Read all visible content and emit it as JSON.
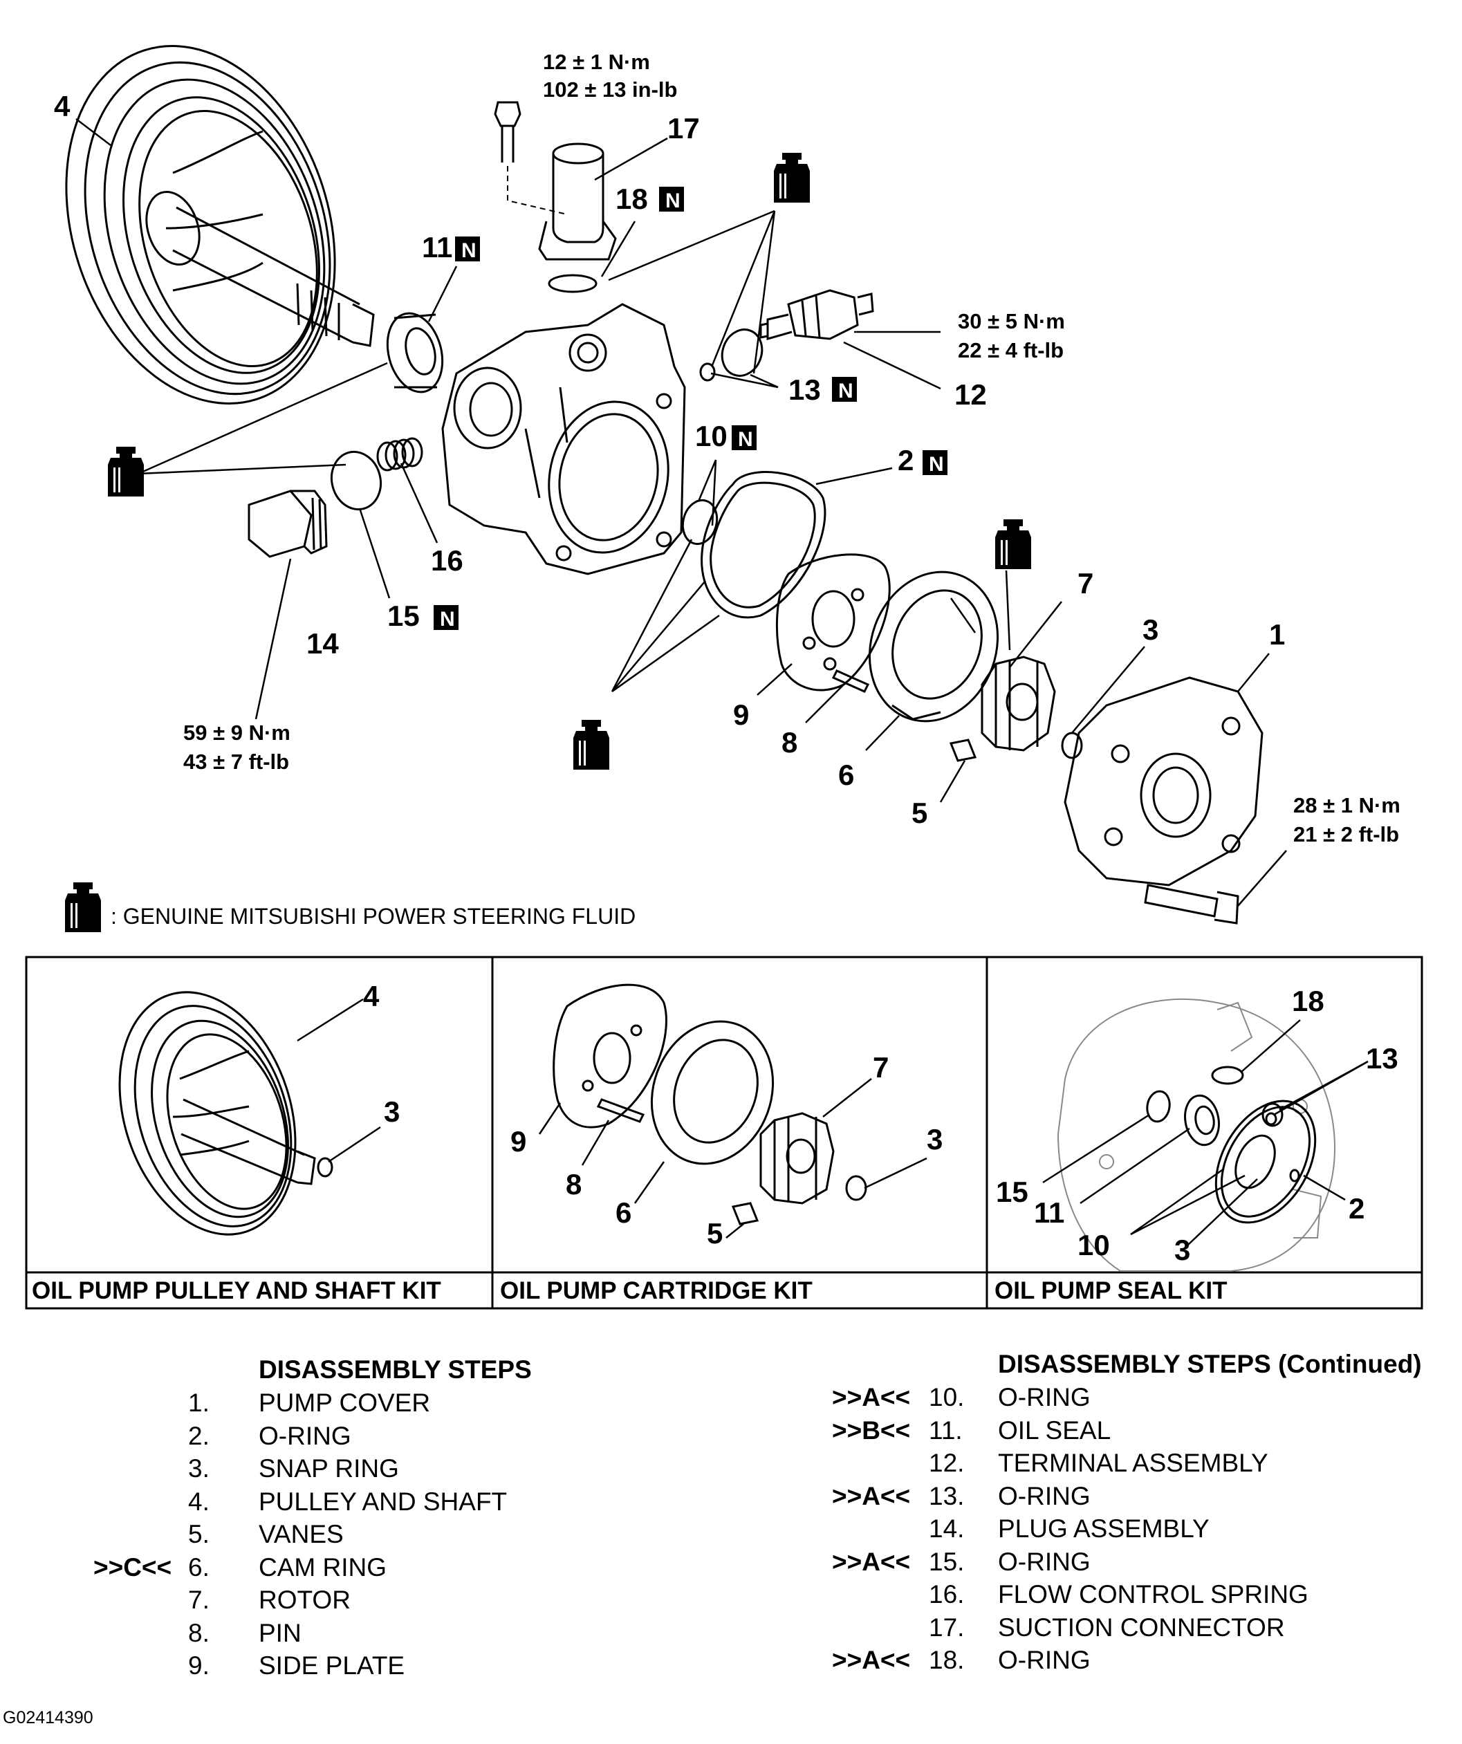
{
  "callouts": {
    "p1": "1",
    "p2": "2",
    "p3": "3",
    "p4": "4",
    "p5": "5",
    "p6": "6",
    "p7": "7",
    "p8": "8",
    "p9": "9",
    "p10": "10",
    "p11": "11",
    "p12": "12",
    "p13": "13",
    "p14": "14",
    "p15": "15",
    "p16": "16",
    "p17": "17",
    "p18": "18",
    "new_part_badge": "N"
  },
  "torque_specs": {
    "bolt_17_nm": "12 ± 1 N·m",
    "bolt_17_inlb": "102 ± 13 in-lb",
    "terminal_12_nm": "30 ± 5 N·m",
    "terminal_12_ftlb": "22 ± 4 ft-lb",
    "plug_14_nm": "59 ± 9 N·m",
    "plug_14_ftlb": "43 ± 7 ft-lb",
    "cover_bolt_nm": "28 ± 1 N·m",
    "cover_bolt_ftlb": "21 ± 2 ft-lb"
  },
  "legend": {
    "icon": "fluid-bottle-icon",
    "text": ": GENUINE MITSUBISHI POWER STEERING FLUID"
  },
  "kits": [
    {
      "title": "OIL PUMP PULLEY AND SHAFT KIT",
      "callouts": [
        "4",
        "3"
      ]
    },
    {
      "title": "OIL PUMP CARTRIDGE KIT",
      "callouts": [
        "9",
        "8",
        "6",
        "7",
        "5",
        "3"
      ]
    },
    {
      "title": "OIL PUMP SEAL KIT",
      "callouts": [
        "18",
        "13",
        "15",
        "11",
        "10",
        "3",
        "2"
      ]
    }
  ],
  "disassembly": {
    "title_left": "DISASSEMBLY STEPS",
    "title_right": "DISASSEMBLY STEPS (Continued)",
    "steps_left": [
      {
        "mark": "",
        "no": "1.",
        "name": "PUMP COVER"
      },
      {
        "mark": "",
        "no": "2.",
        "name": "O-RING"
      },
      {
        "mark": "",
        "no": "3.",
        "name": "SNAP RING"
      },
      {
        "mark": "",
        "no": "4.",
        "name": "PULLEY AND SHAFT"
      },
      {
        "mark": "",
        "no": "5.",
        "name": "VANES"
      },
      {
        "mark": ">>C<<",
        "no": "6.",
        "name": "CAM RING"
      },
      {
        "mark": "",
        "no": "7.",
        "name": "ROTOR"
      },
      {
        "mark": "",
        "no": "8.",
        "name": "PIN"
      },
      {
        "mark": "",
        "no": "9.",
        "name": "SIDE PLATE"
      }
    ],
    "steps_right": [
      {
        "mark": ">>A<<",
        "no": "10.",
        "name": "O-RING"
      },
      {
        "mark": ">>B<<",
        "no": "11.",
        "name": "OIL SEAL"
      },
      {
        "mark": "",
        "no": "12.",
        "name": "TERMINAL ASSEMBLY"
      },
      {
        "mark": ">>A<<",
        "no": "13.",
        "name": "O-RING"
      },
      {
        "mark": "",
        "no": "14.",
        "name": "PLUG ASSEMBLY"
      },
      {
        "mark": ">>A<<",
        "no": "15.",
        "name": "O-RING"
      },
      {
        "mark": "",
        "no": "16.",
        "name": "FLOW CONTROL SPRING"
      },
      {
        "mark": "",
        "no": "17.",
        "name": "SUCTION CONNECTOR"
      },
      {
        "mark": ">>A<<",
        "no": "18.",
        "name": "O-RING"
      }
    ]
  },
  "figure_id": "G02414390"
}
